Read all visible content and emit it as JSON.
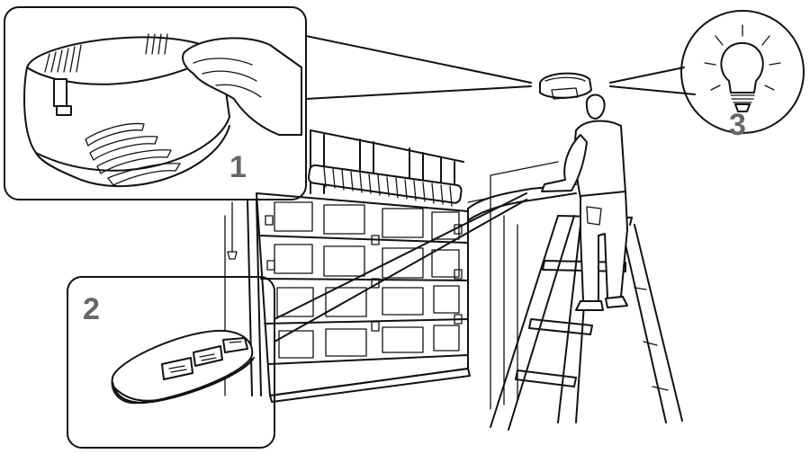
{
  "callouts": {
    "step1": "1",
    "step2": "2",
    "step3": "3"
  },
  "colors": {
    "line": "#111111",
    "number": "#666666",
    "background": "#ffffff"
  },
  "icons": [
    "opener-unit",
    "remote-control",
    "light-bulb",
    "garage-door",
    "ladder",
    "person"
  ]
}
